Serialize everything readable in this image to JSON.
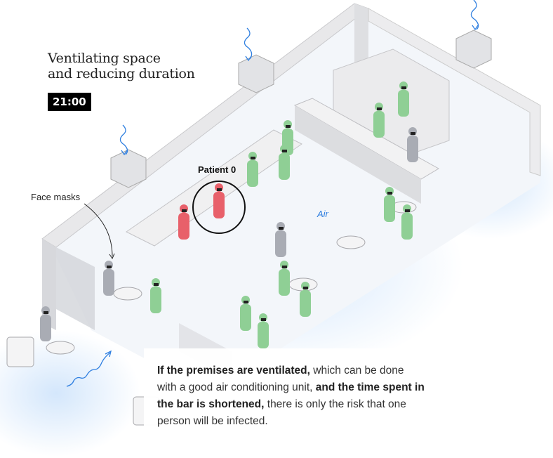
{
  "title_line1": "Ventilating space",
  "title_line2": "and reducing duration",
  "time": "21:00",
  "labels": {
    "face_masks": "Face masks",
    "patient": "Patient 0",
    "air": "Air"
  },
  "caption": {
    "bold1": "If the premises are ventilated,",
    "text1": " which can be done with a good air conditioning unit, ",
    "bold2": "and the time spent in the bar is shortened,",
    "text2": " there is only the risk that one person will be infected."
  },
  "colors": {
    "healthy": "#8fcf95",
    "infected": "#e8606a",
    "neutral": "#a9acb4",
    "air": "#2f7fe0"
  }
}
